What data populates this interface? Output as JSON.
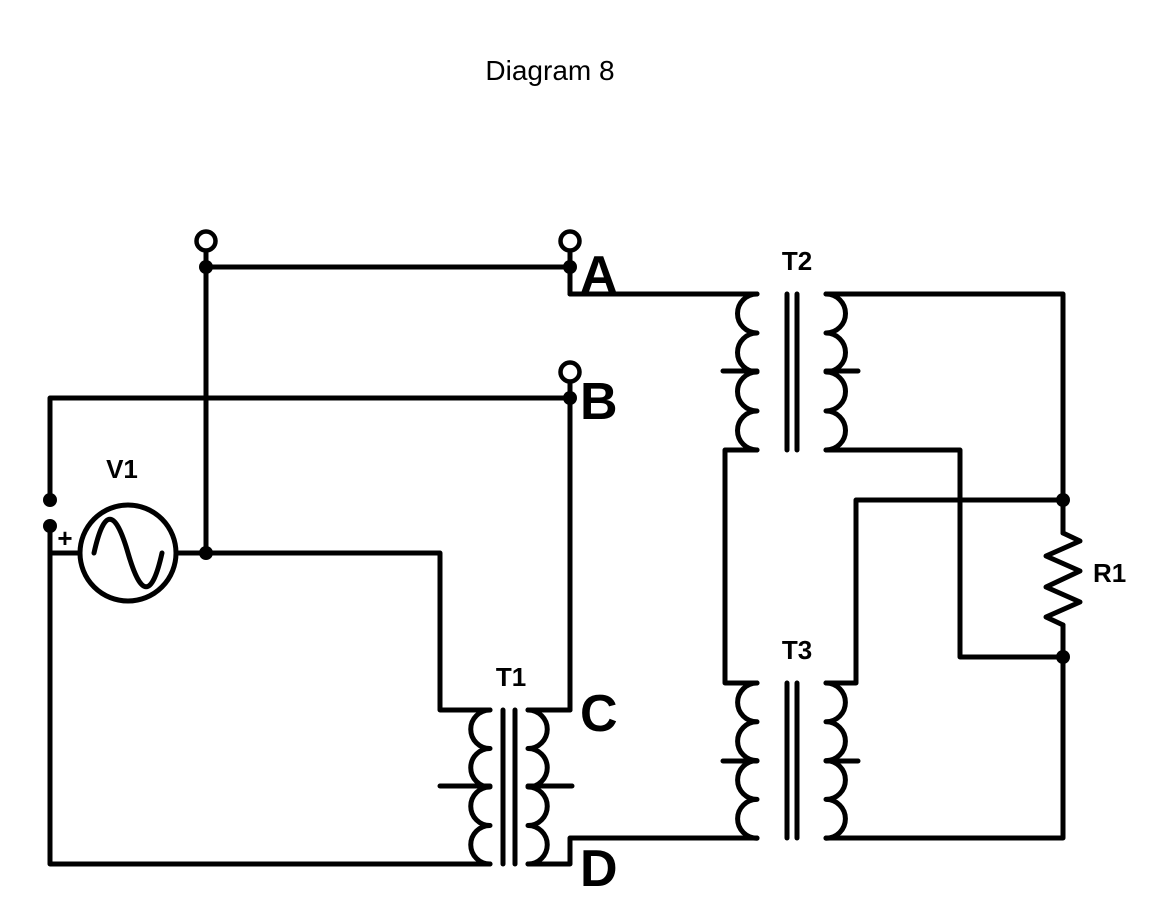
{
  "title": "Diagram 8",
  "components": {
    "v1": "V1",
    "plus": "+",
    "t1": "T1",
    "t2": "T2",
    "t3": "T3",
    "r1": "R1"
  },
  "terminals": {
    "a": "A",
    "b": "B",
    "c": "C",
    "d": "D"
  }
}
